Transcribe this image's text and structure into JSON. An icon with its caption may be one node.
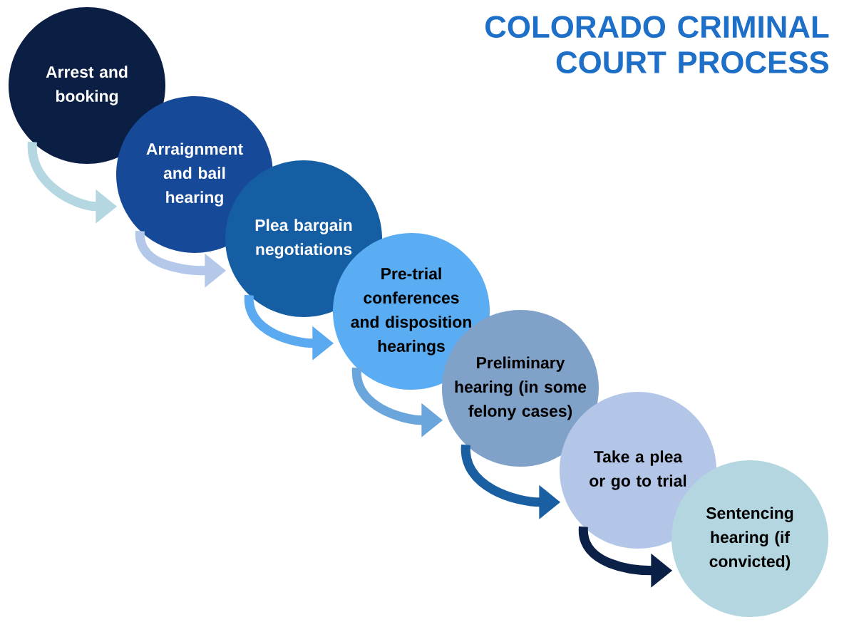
{
  "diagram": {
    "title": "COLORADO CRIMINAL COURT PROCESS",
    "nodes": [
      {
        "text": [
          "Arrest and booking"
        ]
      },
      {
        "text": [
          "Arraignment and bail hearing"
        ]
      },
      {
        "text": [
          "Plea bargain negotiations"
        ]
      },
      {
        "text": [
          "Pre-trial conferences and disposition hearings"
        ]
      },
      {
        "text": [
          "Preliminary hearing (in some felony cases)"
        ]
      },
      {
        "text": [
          "Take a plea or go to trial"
        ]
      },
      {
        "text": [
          "Sentencing hearing (if convicted)"
        ]
      }
    ],
    "edges": [
      {
        "from": 0,
        "to": 1,
        "arrow": "to",
        "color": "#b4d7e1"
      },
      {
        "from": 1,
        "to": 2,
        "arrow": "to",
        "color": "#b4c8e9"
      },
      {
        "from": 2,
        "to": 3,
        "arrow": "to",
        "color": "#5aaaf1"
      },
      {
        "from": 3,
        "to": 4,
        "arrow": "to",
        "color": "#6aa6dc"
      },
      {
        "from": 4,
        "to": 5,
        "arrow": "to",
        "color": "#195fa1"
      },
      {
        "from": 5,
        "to": 6,
        "arrow": "to",
        "color": "#0b2046"
      }
    ]
  }
}
